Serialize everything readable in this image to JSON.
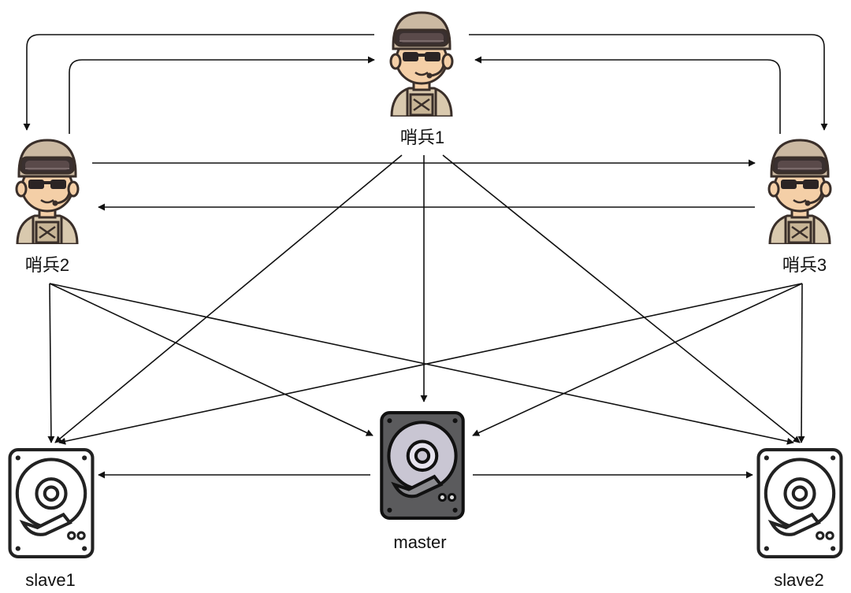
{
  "nodes": {
    "sentinel1": {
      "label": "哨兵1",
      "icon": "soldier-icon"
    },
    "sentinel2": {
      "label": "哨兵2",
      "icon": "soldier-icon"
    },
    "sentinel3": {
      "label": "哨兵3",
      "icon": "soldier-icon"
    },
    "master": {
      "label": "master",
      "icon": "hard-drive-icon"
    },
    "slave1": {
      "label": "slave1",
      "icon": "hard-drive-icon"
    },
    "slave2": {
      "label": "slave2",
      "icon": "hard-drive-icon"
    }
  },
  "edges": [
    {
      "from": "sentinel1",
      "to": "sentinel2"
    },
    {
      "from": "sentinel2",
      "to": "sentinel1"
    },
    {
      "from": "sentinel1",
      "to": "sentinel3"
    },
    {
      "from": "sentinel3",
      "to": "sentinel1"
    },
    {
      "from": "sentinel2",
      "to": "sentinel3"
    },
    {
      "from": "sentinel3",
      "to": "sentinel2"
    },
    {
      "from": "sentinel1",
      "to": "master"
    },
    {
      "from": "sentinel1",
      "to": "slave1"
    },
    {
      "from": "sentinel1",
      "to": "slave2"
    },
    {
      "from": "sentinel2",
      "to": "master"
    },
    {
      "from": "sentinel2",
      "to": "slave1"
    },
    {
      "from": "sentinel2",
      "to": "slave2"
    },
    {
      "from": "sentinel3",
      "to": "master"
    },
    {
      "from": "sentinel3",
      "to": "slave1"
    },
    {
      "from": "sentinel3",
      "to": "slave2"
    },
    {
      "from": "master",
      "to": "slave1"
    },
    {
      "from": "master",
      "to": "slave2"
    }
  ],
  "colors": {
    "line": "#111111",
    "soldier_helmet": "#cbb9a2",
    "soldier_skin": "#f4cfa7",
    "soldier_vest": "#c8b596",
    "goggles": "#3a3030",
    "drive_light": "#ffffff",
    "drive_dark": "#5b5b5d",
    "drive_platter_dark": "#c9c6d3"
  }
}
